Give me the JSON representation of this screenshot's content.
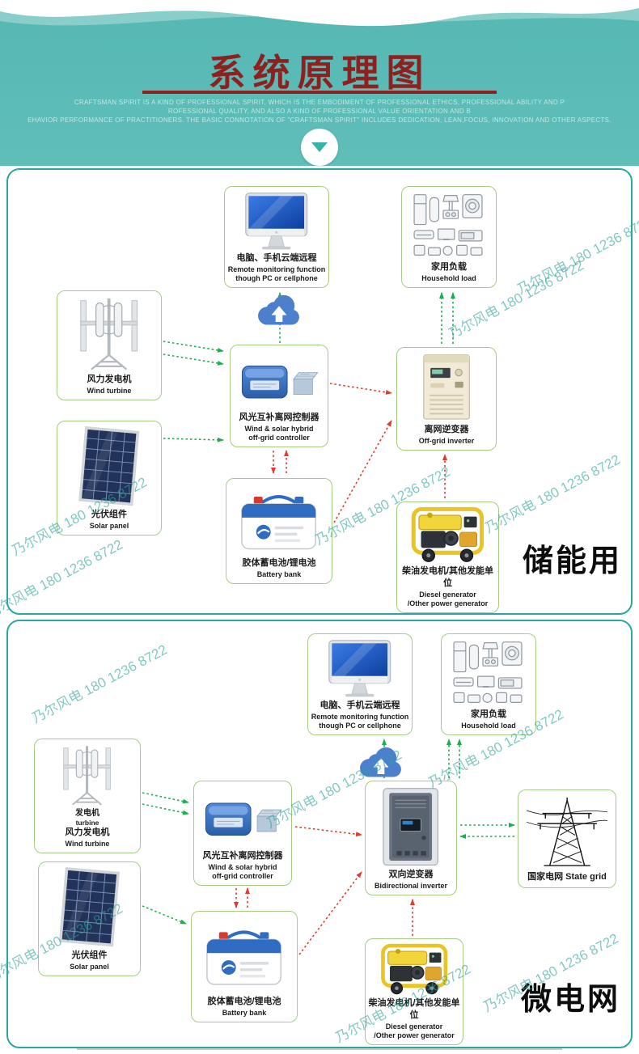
{
  "header": {
    "title": "系统原理图",
    "subtitle_line1": "CRAFTSMAN SPIRIT IS A KIND OF PROFESSIONAL SPIRIT, WHICH IS THE EMBODIMENT OF PROFESSIONAL ETHICS, PROFESSIONAL ABILITY AND P",
    "subtitle_line2": "ROFESSIONAL QUALITY, AND ALSO A KIND OF PROFESSIONAL VALUE ORIENTATION AND B",
    "subtitle_line3": "EHAVIOR PERFORMANCE OF PRACTITIONERS. THE BASIC CONNOTATION OF \"CRAFTSMAN SPIRIT\" INCLUDES DEDICATION, LEAN,FOCUS, INNOVATION AND OTHER ASPECTS."
  },
  "watermark": {
    "text": "乃尔风电 180 1236 8722"
  },
  "storage": {
    "label": "储能用",
    "computer": {
      "cn": "电脑、手机云端远程",
      "en1": "Remote monitoring function",
      "en2": "though PC or cellphone"
    },
    "household": {
      "cn": "家用负载",
      "en1": "Household load"
    },
    "wind": {
      "cn": "风力发电机",
      "en1": "Wind turbine"
    },
    "controller": {
      "cn": "风光互补离网控制器",
      "en1": "Wind & solar hybrid",
      "en2": "off-grid controller"
    },
    "inverter": {
      "cn": "离网逆变器",
      "en1": "Off-grid inverter"
    },
    "solar": {
      "cn": "光伏组件",
      "en1": "Solar panel"
    },
    "battery": {
      "cn": "胶体蓄电池/锂电池",
      "en1": "Battery bank"
    },
    "generator": {
      "cn": "柴油发电机/其他发能单位",
      "en1": "Diesel generator",
      "en2": "/Other power generator"
    }
  },
  "microgrid": {
    "label": "微电网",
    "computer": {
      "cn": "电脑、手机云端远程",
      "en1": "Remote monitoring function",
      "en2": "though PC or cellphone"
    },
    "household": {
      "cn": "家用负载",
      "en1": "Household load"
    },
    "wind": {
      "cn_small": "发电机",
      "en_small": "turbine",
      "cn": "风力发电机",
      "en1": "Wind turbine"
    },
    "controller": {
      "cn": "风光互补离网控制器",
      "en1": "Wind & solar hybrid",
      "en2": "off-grid controller"
    },
    "inverter": {
      "cn": "双向逆变器",
      "en1": "Bidirectional inverter"
    },
    "stategrid": {
      "cn": "国家电网 State grid"
    },
    "solar": {
      "cn": "光伏组件",
      "en1": "Solar panel"
    },
    "battery": {
      "cn": "胶体蓄电池/锂电池",
      "en1": "Battery bank"
    },
    "generator": {
      "cn": "柴油发电机/其他发能单位",
      "en1": "Diesel generator",
      "en2": "/Other power generator"
    }
  }
}
